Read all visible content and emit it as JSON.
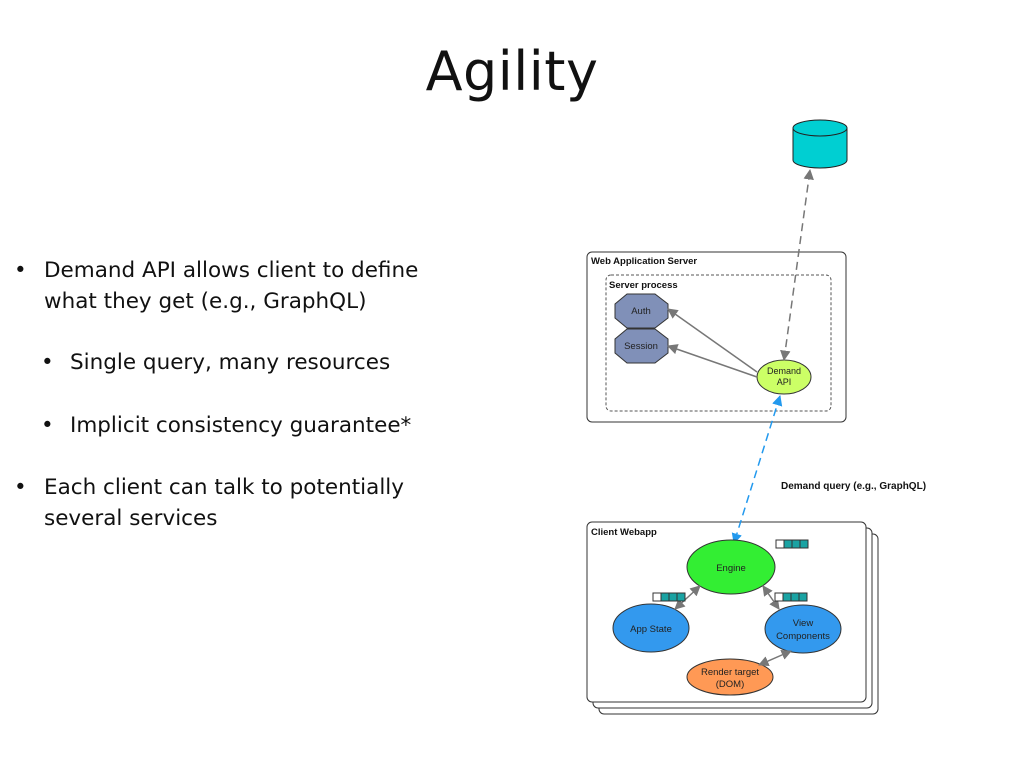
{
  "slide": {
    "title": "Agility",
    "bullets": [
      {
        "text": "Demand API allows client to define what they get (e.g., GraphQL)",
        "level": 1
      },
      {
        "text": "Single query, many resources",
        "level": 2
      },
      {
        "text": "Implicit consistency guarantee*",
        "level": 2
      },
      {
        "text": "Each client can talk to potentially several services",
        "level": 1
      }
    ],
    "bullet_glyph": "•"
  },
  "diagram": {
    "server": {
      "title": "Web Application Server",
      "process_title": "Server process",
      "auth": "Auth",
      "session": "Session",
      "demand_api_line1": "Demand",
      "demand_api_line2": "API"
    },
    "database_icon": "database-cylinder-icon",
    "connection_label": "Demand query (e.g., GraphQL)",
    "client": {
      "title": "Client Webapp",
      "engine": "Engine",
      "app_state": "App State",
      "view_components_line1": "View",
      "view_components_line2": "Components",
      "render_target_line1": "Render target",
      "render_target_line2": "(DOM)"
    },
    "queue_icon": "message-queue-icon",
    "colors": {
      "database": "#00cfd2",
      "service_octagon": "#8090b8",
      "demand_api": "#ccff66",
      "engine": "#33ee33",
      "app_state": "#3399ee",
      "view_components": "#3399ee",
      "render_target": "#ff9955",
      "queue_fill": "#1aa3a3",
      "blue_link": "#2299ee",
      "gray_link": "#777777"
    }
  }
}
